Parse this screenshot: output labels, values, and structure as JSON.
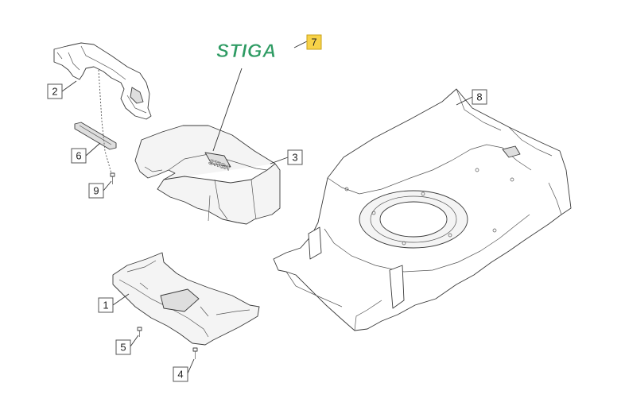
{
  "logo": {
    "text": "STIGA",
    "color": "#2e9b63"
  },
  "callouts": [
    {
      "id": "1",
      "label": "1"
    },
    {
      "id": "2",
      "label": "2"
    },
    {
      "id": "3",
      "label": "3"
    },
    {
      "id": "4",
      "label": "4"
    },
    {
      "id": "5",
      "label": "5"
    },
    {
      "id": "6",
      "label": "6"
    },
    {
      "id": "7",
      "label": "7",
      "highlighted": true,
      "color": "#f7d248"
    },
    {
      "id": "8",
      "label": "8"
    },
    {
      "id": "9",
      "label": "9"
    }
  ],
  "decal_text": "STIGA"
}
